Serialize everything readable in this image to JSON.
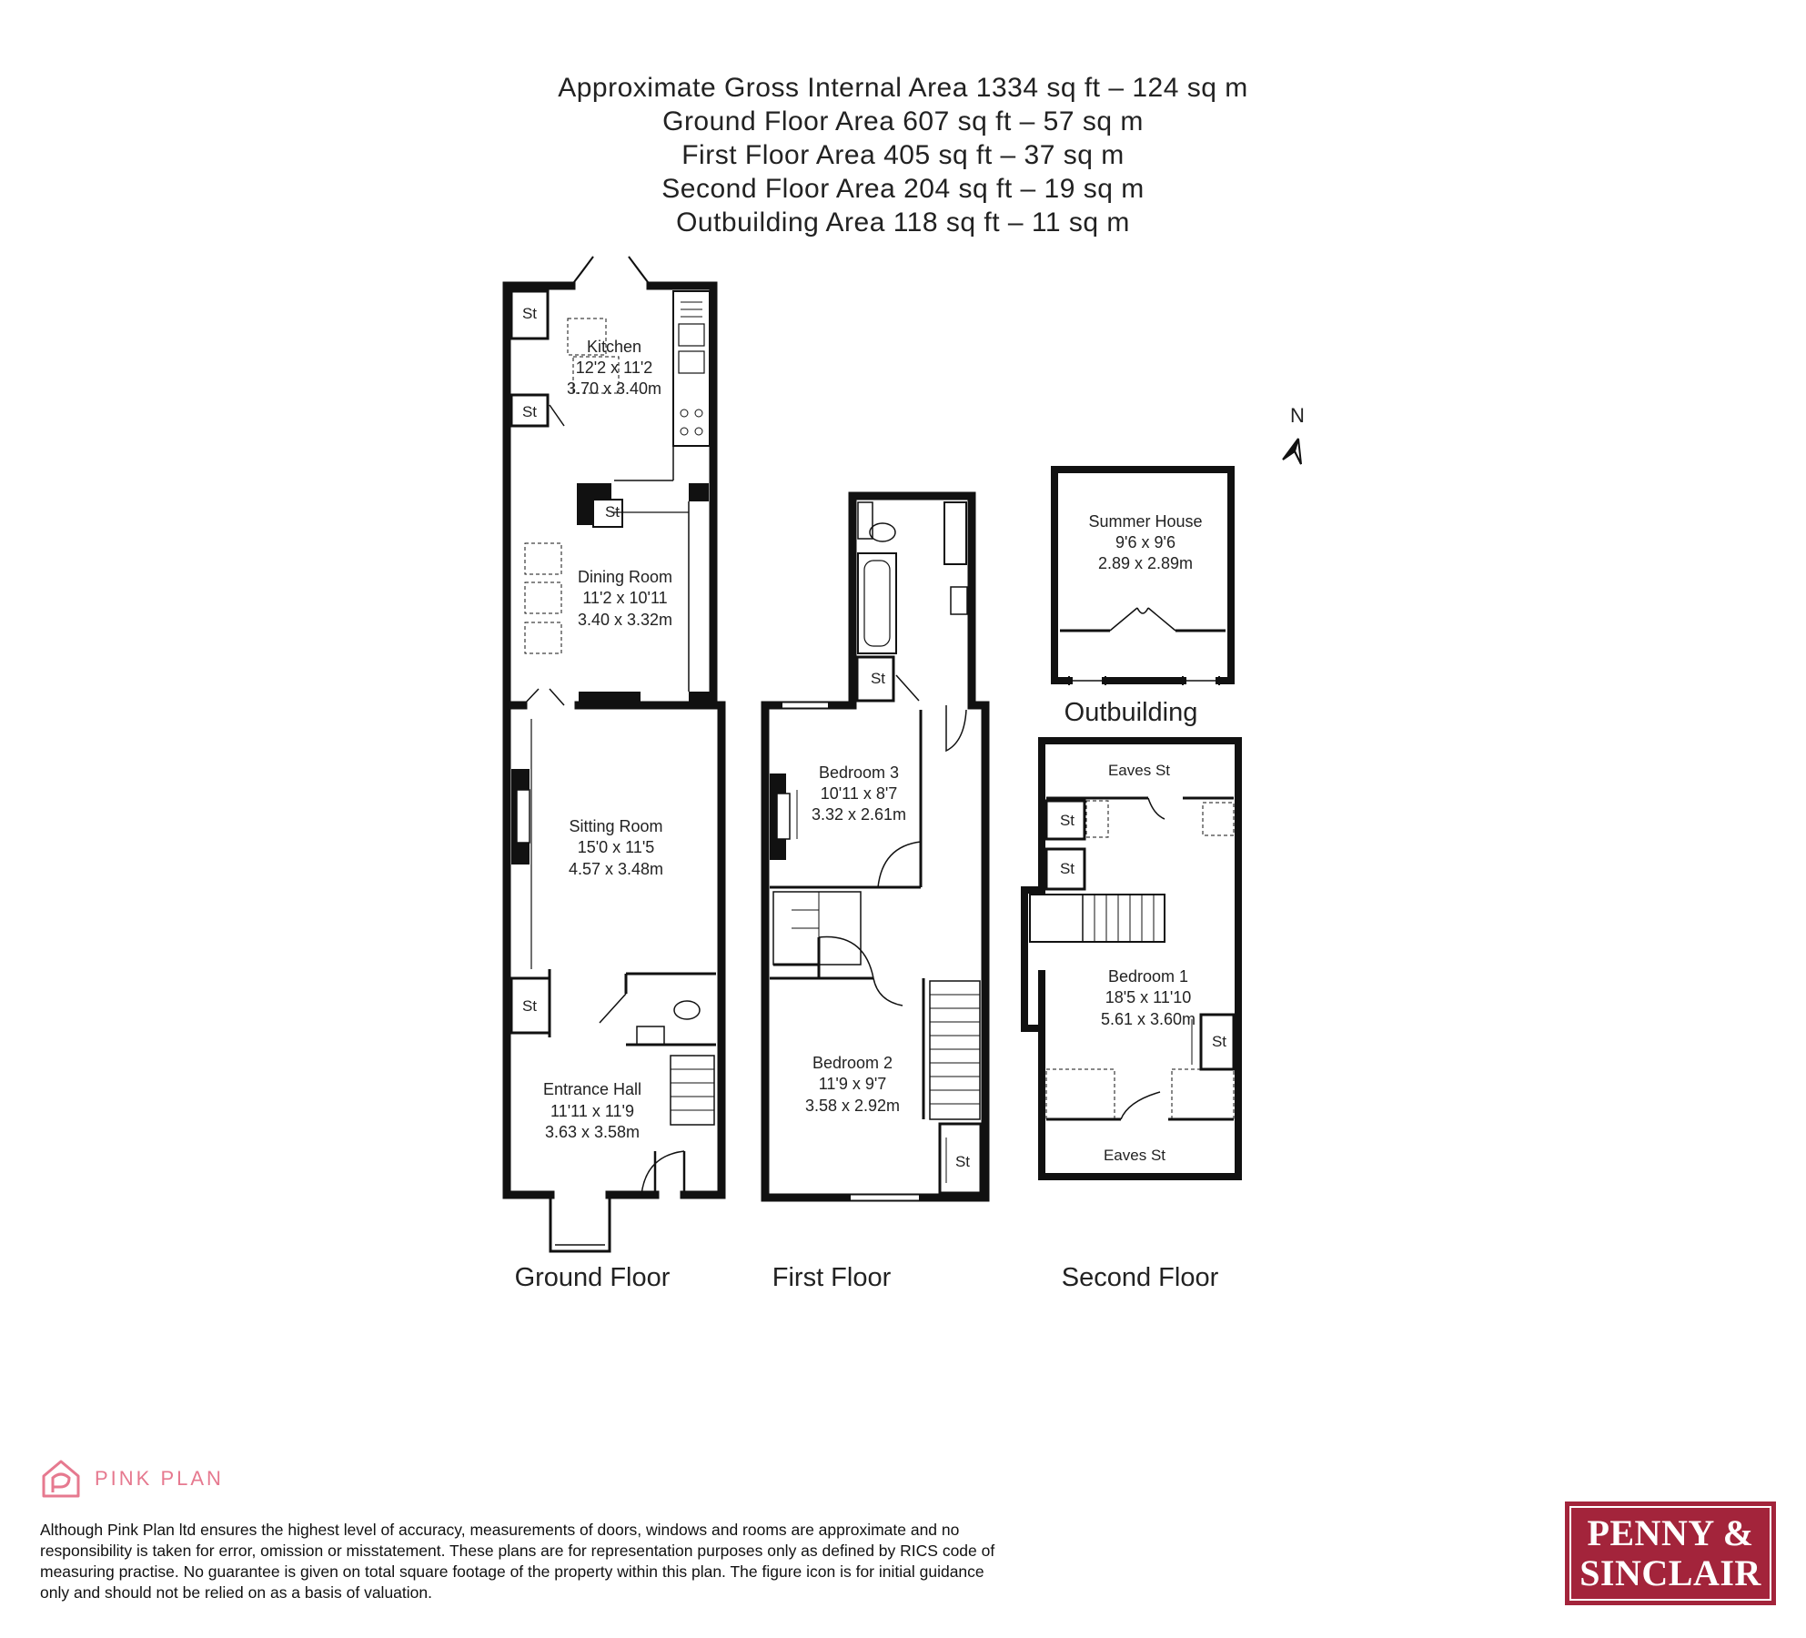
{
  "areas": {
    "gross": "Approximate Gross Internal Area 1334 sq ft – 124 sq m",
    "ground": "Ground Floor Area 607 sq ft – 57 sq m",
    "first": "First Floor Area 405 sq ft – 37 sq m",
    "second": "Second Floor Area 204 sq ft – 19 sq m",
    "outbuilding": "Outbuilding Area 118 sq ft – 11 sq m"
  },
  "floors": {
    "ground": "Ground Floor",
    "first": "First Floor",
    "second": "Second Floor",
    "outbuilding": "Outbuilding"
  },
  "rooms": {
    "kitchen": {
      "name": "Kitchen",
      "imperial": "12'2 x 11'2",
      "metric": "3.70 x 3.40m"
    },
    "dining": {
      "name": "Dining Room",
      "imperial": "11'2 x 10'11",
      "metric": "3.40 x 3.32m"
    },
    "sitting": {
      "name": "Sitting Room",
      "imperial": "15'0 x 11'5",
      "metric": "4.57 x 3.48m"
    },
    "hall": {
      "name": "Entrance Hall",
      "imperial": "11'11 x 11'9",
      "metric": "3.63 x 3.58m"
    },
    "bedroom3": {
      "name": "Bedroom 3",
      "imperial": "10'11 x 8'7",
      "metric": "3.32 x 2.61m"
    },
    "bedroom2": {
      "name": "Bedroom 2",
      "imperial": "11'9 x 9'7",
      "metric": "3.58 x 2.92m"
    },
    "bedroom1": {
      "name": "Bedroom 1",
      "imperial": "18'5 x 11'10",
      "metric": "5.61 x 3.60m"
    },
    "summer": {
      "name": "Summer House",
      "imperial": "9'6 x 9'6",
      "metric": "2.89 x 2.89m"
    }
  },
  "labels": {
    "store": "St",
    "eaves_store": "Eaves St",
    "north": "N"
  },
  "footer": {
    "brand": "PINK PLAN",
    "disclaimer": "Although Pink Plan ltd ensures the highest level of accuracy, measurements of doors, windows and rooms are approximate and no responsibility is taken for error, omission or misstatement. These plans are for representation purposes only as defined by RICS code of measuring practise. No guarantee is given on total square footage of the property within this plan. The figure icon is for initial guidance only and should not be relied on as a basis of valuation.",
    "agent_line1": "PENNY &",
    "agent_line2": "SINCLAIR"
  },
  "colors": {
    "wall": "#111111",
    "pink": "#e6798f",
    "agent_red": "#a3243b"
  },
  "icons": [
    "north-arrow-icon",
    "pink-plan-house-icon"
  ]
}
